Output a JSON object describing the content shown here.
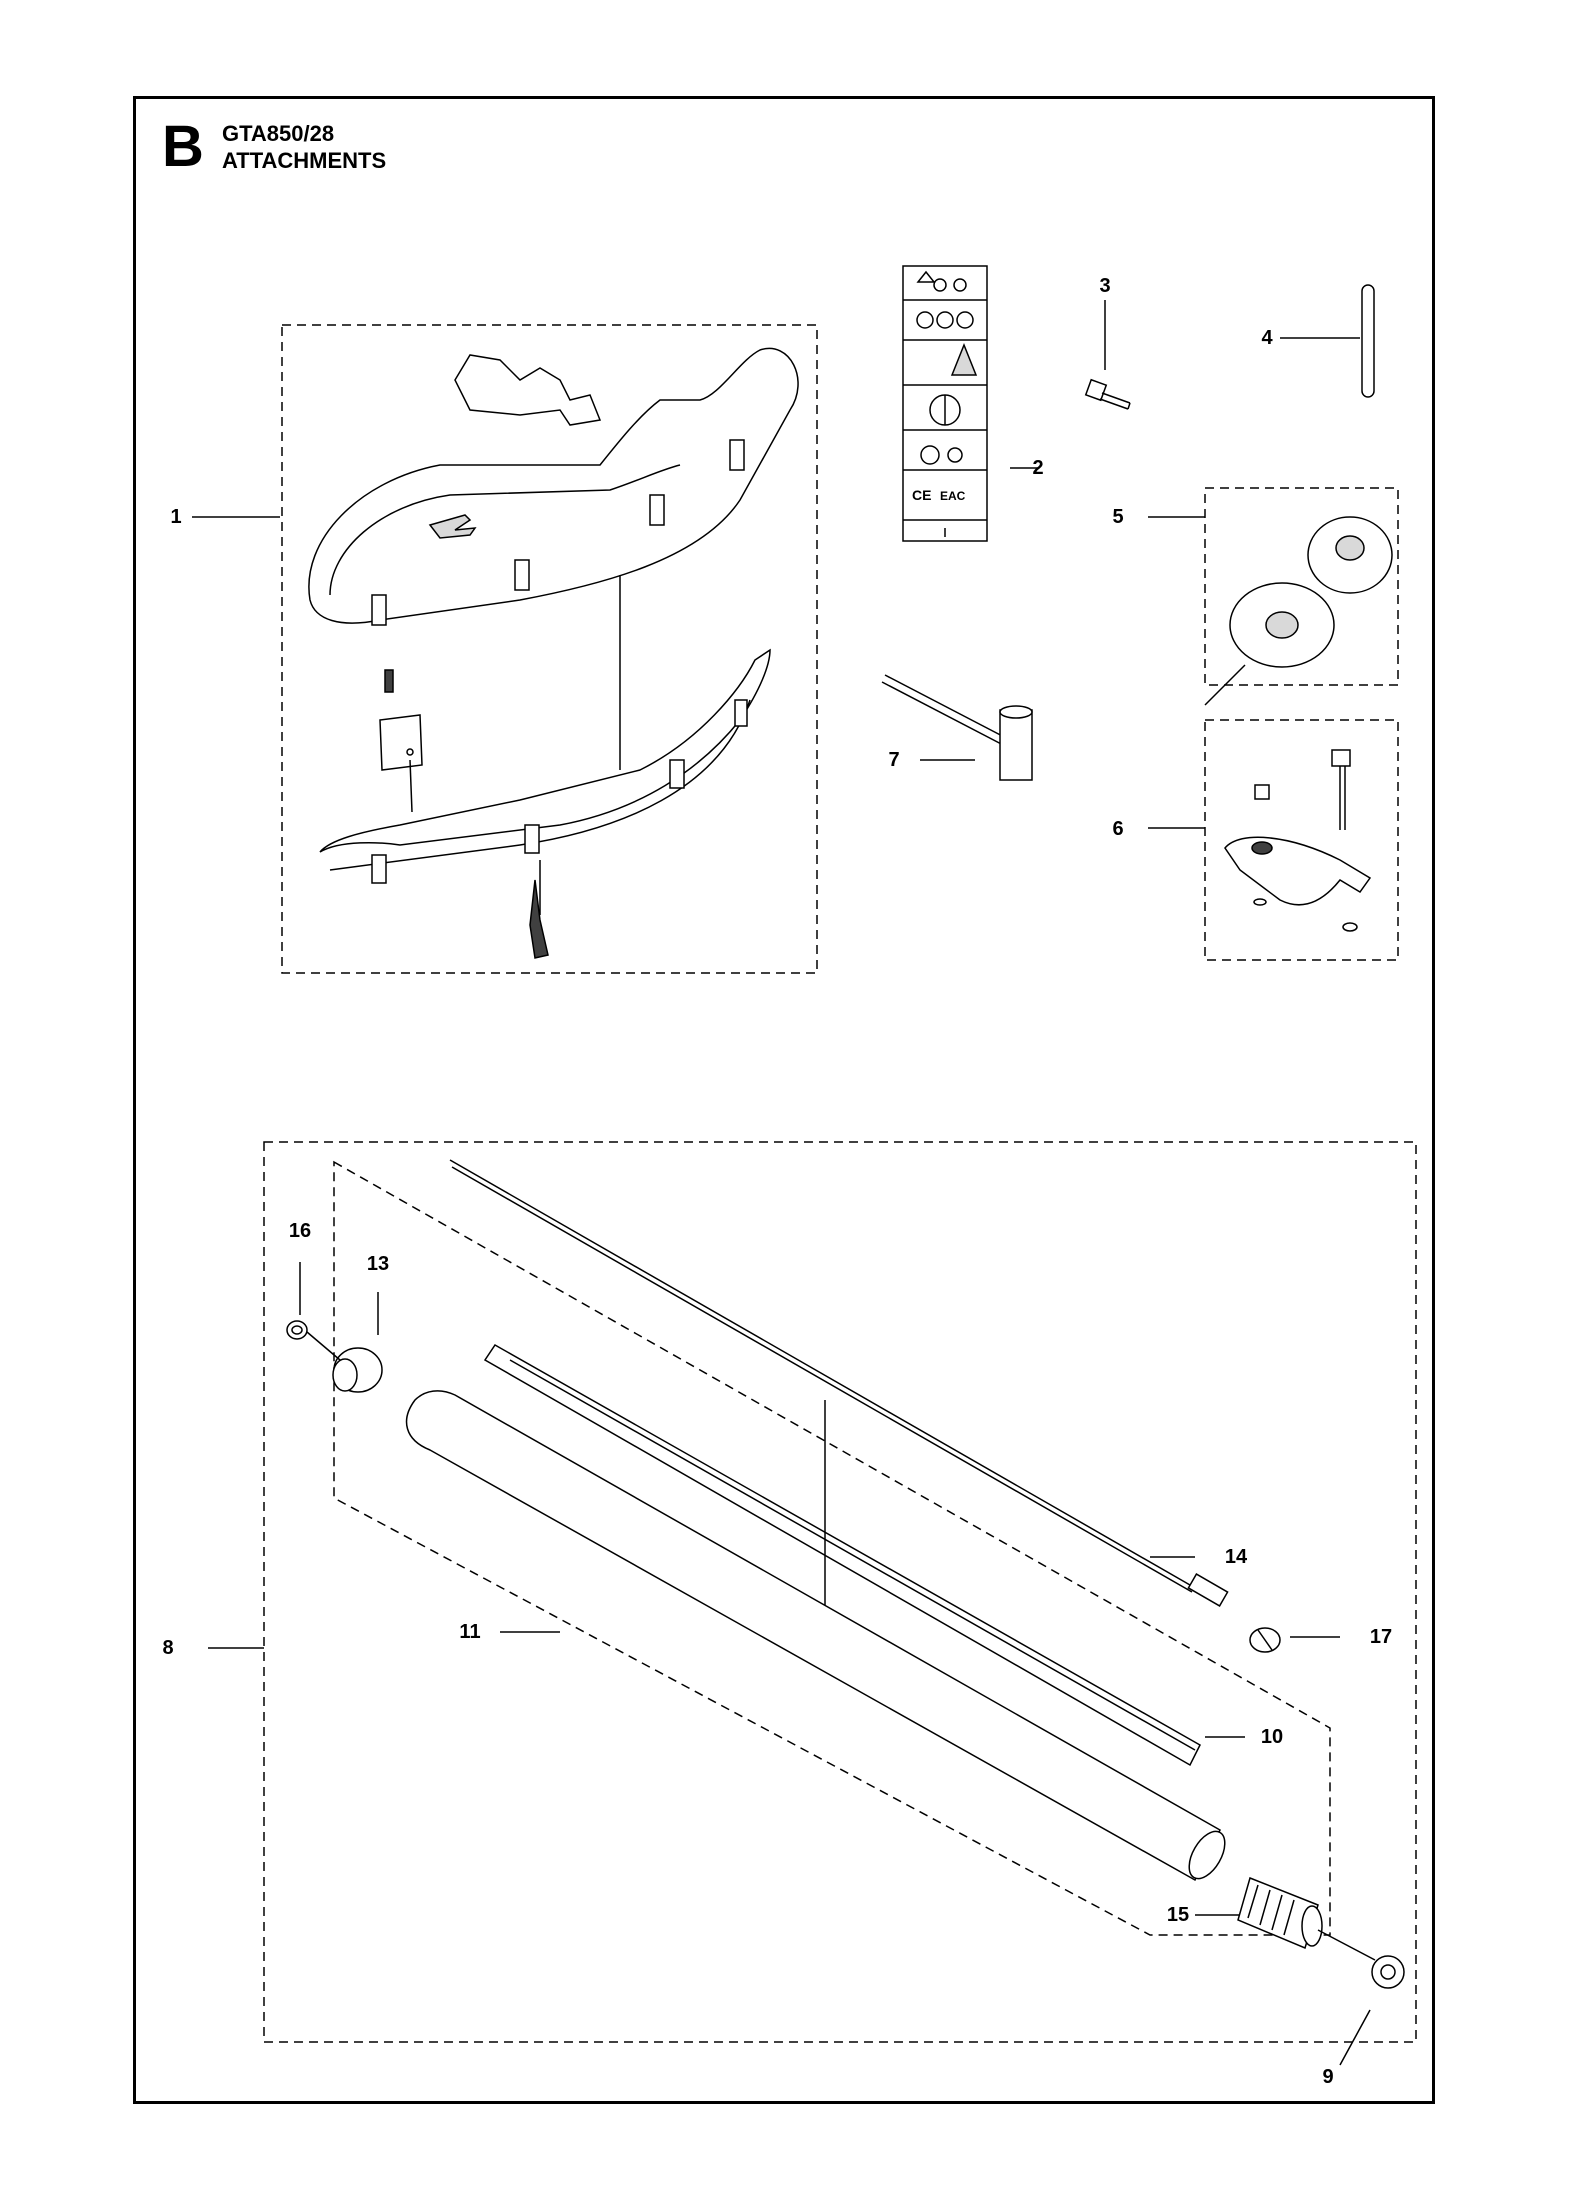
{
  "header": {
    "section_letter": "B",
    "model": "GTA850/28",
    "title": "ATTACHMENTS"
  },
  "callouts": {
    "c1": "1",
    "c2": "2",
    "c3": "3",
    "c4": "4",
    "c5": "5",
    "c6": "6",
    "c7": "7",
    "c8": "8",
    "c9": "9",
    "c10": "10",
    "c11": "11",
    "c13": "13",
    "c14": "14",
    "c15": "15",
    "c16": "16",
    "c17": "17"
  },
  "label_part": {
    "ce_mark": "CE",
    "eac_mark": "EAC"
  },
  "colors": {
    "line": "#000000",
    "part_fill": "#ffffff",
    "shade": "#d9d9d9",
    "dark": "#404040"
  }
}
